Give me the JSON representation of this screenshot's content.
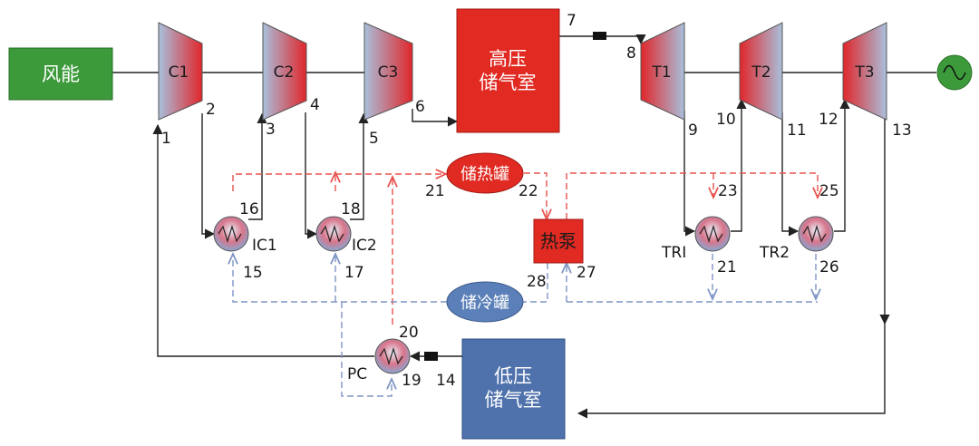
{
  "colors": {
    "wind": "#3c9a3a",
    "hp_store": "#e02a22",
    "lp_store": "#4f72ad",
    "heat_pump": "#e02a22",
    "hot_tank": "#e02a22",
    "cold_tank": "#5b7fb8",
    "hot_line": "#e8534e",
    "cold_line": "#7f95c4",
    "generator": "#3c9a3a"
  },
  "blocks": {
    "wind": "风能",
    "hp_store_1": "高压",
    "hp_store_2": "储气室",
    "lp_store_1": "低压",
    "lp_store_2": "储气室",
    "heat_pump": "热泵",
    "hot_tank": "储热罐",
    "cold_tank": "储冷罐"
  },
  "compressors": [
    "C1",
    "C2",
    "C3"
  ],
  "turbines": [
    "T1",
    "T2",
    "T3"
  ],
  "heat_exchangers": [
    "IC1",
    "IC2",
    "TRI",
    "TR2",
    "PC"
  ],
  "generator_icon": "sine-wave-icon",
  "valve_icon": "valve-icon",
  "nodes": {
    "n1": "1",
    "n2": "2",
    "n3": "3",
    "n4": "4",
    "n5": "5",
    "n6": "6",
    "n7": "7",
    "n8": "8",
    "n9": "9",
    "n10": "10",
    "n11": "11",
    "n12": "12",
    "n13": "13",
    "n14": "14",
    "n15": "15",
    "n16": "16",
    "n17": "17",
    "n18": "18",
    "n19": "19",
    "n20": "20",
    "n21a": "21",
    "n21b": "21",
    "n22": "22",
    "n23": "23",
    "n25": "25",
    "n26": "26",
    "n27": "27",
    "n28": "28"
  }
}
